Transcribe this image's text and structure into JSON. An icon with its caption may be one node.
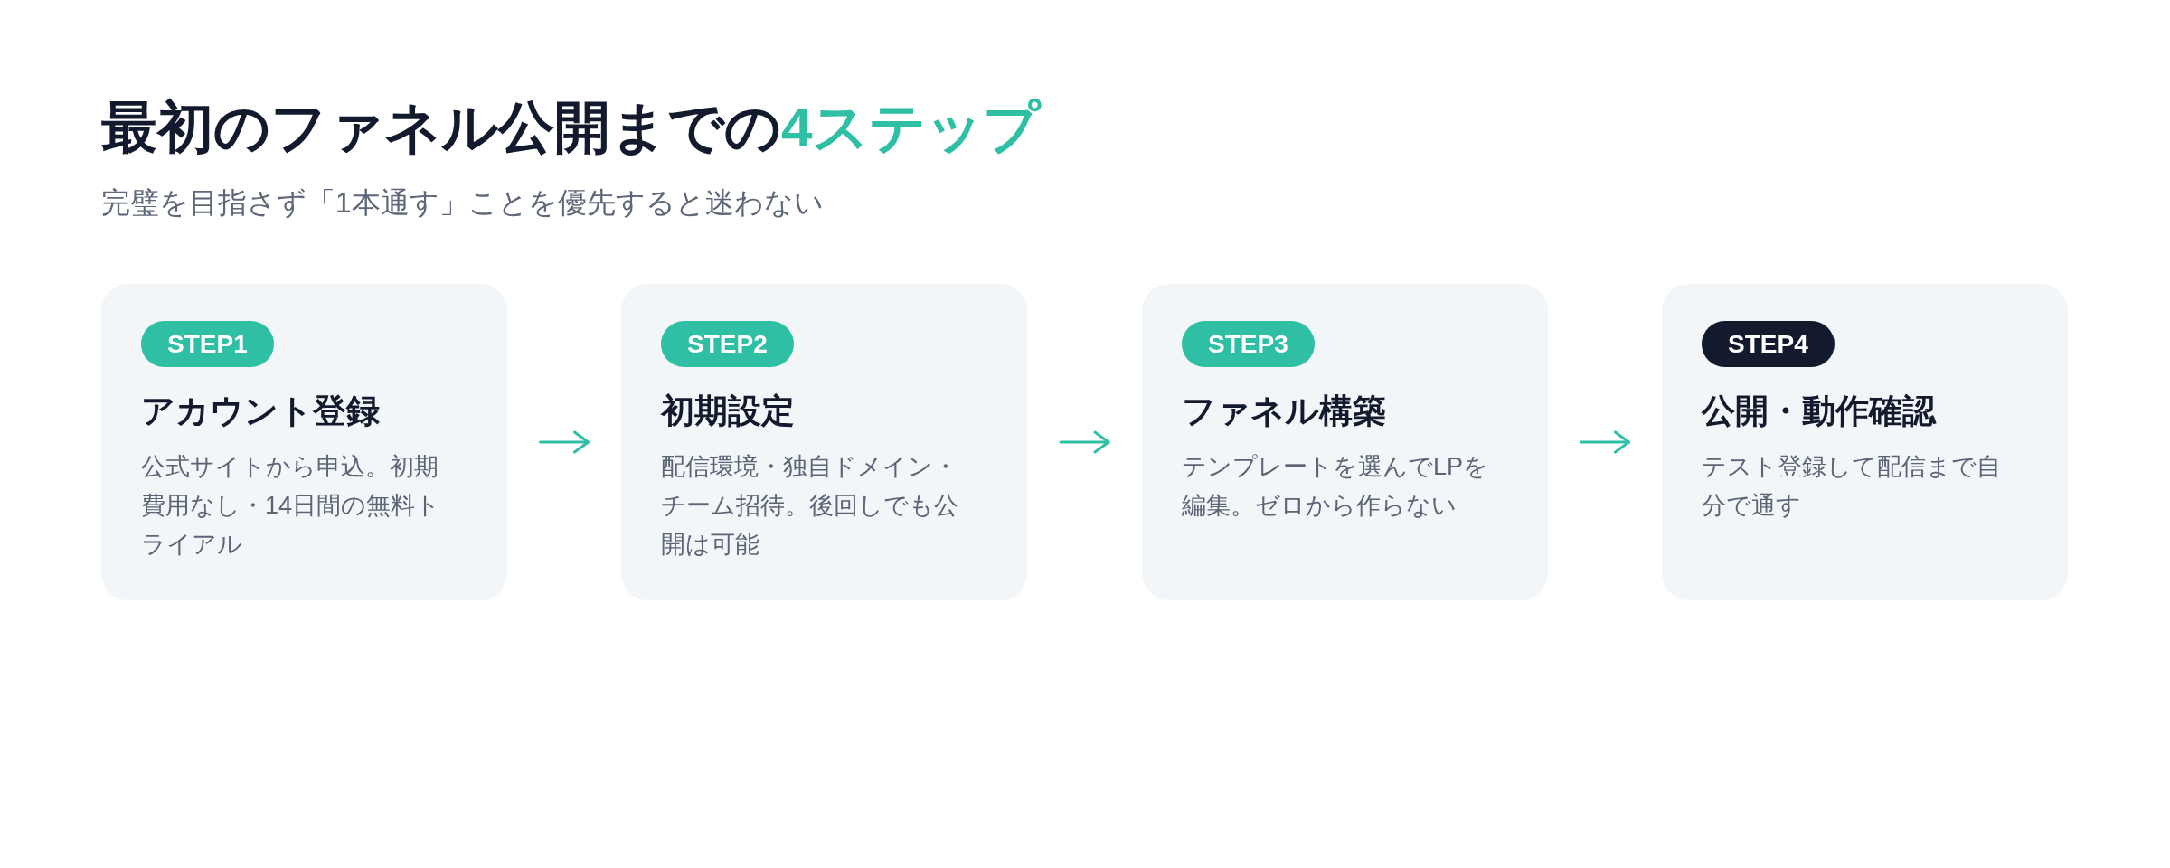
{
  "diagram": {
    "title": "最初のファネル公開までの**4ステップ**",
    "nodes": [
      {
        "text": [
          "アカウント登録",
          "公式サイトから申込。初期費用なし・14日間の無料トライアル"
        ]
      },
      {
        "text": [
          "STEP1"
        ],
        "in": 0
      },
      {
        "text": [
          "初期設定",
          "配信環境・独自ドメイン・チーム招待。後回しでも公開は可能"
        ]
      },
      {
        "text": [
          "STEP2"
        ],
        "in": 2
      },
      {
        "text": [
          "ファネル構築",
          "テンプレートを選んでLPを編集。ゼロから作らない"
        ]
      },
      {
        "text": [
          "STEP3"
        ],
        "in": 4
      },
      {
        "text": [
          "公開・動作確認",
          "テスト登録して配信まで自分で通す"
        ]
      },
      {
        "text": [
          "STEP4"
        ],
        "in": 6
      }
    ],
    "edges": [
      {
        "from": 0,
        "to": 2,
        "arrow": "to"
      },
      {
        "from": 2,
        "to": 4,
        "arrow": "to"
      },
      {
        "from": 4,
        "to": 6,
        "arrow": "to"
      }
    ],
    "labels": [
      "完璧を目指さず「1本通す」ことを優先すると迷わない"
    ]
  }
}
